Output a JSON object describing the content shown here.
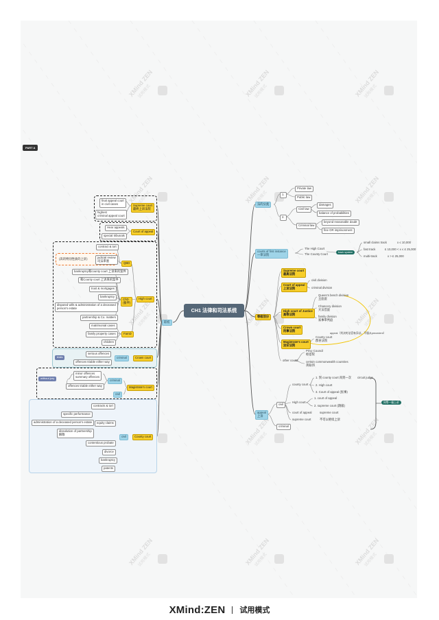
{
  "tag": "PART A",
  "root": "CH1 法律和司法系统",
  "watermark": {
    "line1": "XMind",
    "line2": "ZEN",
    "sub": "试用模式"
  },
  "footer": {
    "brand": "XMind:ZEN",
    "mode": "试用模式"
  },
  "right": {
    "classify": "法的分类",
    "classify_1": "1.",
    "classify_2": "2.",
    "private_law": "Private law",
    "public_law": "Public law",
    "civil_law": "Civil law",
    "damages": "damages",
    "balance": "balance of probabilities",
    "criminal_law": "Criminal law",
    "beyond_doubt": "beyond reasonable doubt",
    "fine": "fine OR imprisonment",
    "first_instance": "courts of first instance\n一审法院",
    "high_court": "The High Court",
    "county_court": "The County Court",
    "track_system": "track system",
    "small_claims": "small claims track",
    "small_claims_val": "x ≤ 10,000",
    "fast_track": "fast track",
    "fast_track_val": "£ 10,000 < x ≤ £ 25,000",
    "multi_track": "multi-track",
    "multi_track_val": "x > £ 25,000",
    "hierarchy": "等级划分",
    "supreme_court": "Supreme court\n最高法院",
    "court_of_appeal": "Court of appeal\n上诉法院",
    "civil_division": "civil division",
    "criminal_division": "criminal division",
    "high_court_justice": "High court of Justice\n高等法院",
    "queens_bench": "Queen's bench division\n王座庭",
    "chancery": "Chancery division\n大法官庭",
    "family_division": "family division\n家事审判庭",
    "crown_court": "Crown court\n刑事法院",
    "magistrates_court": "Magistrate's court\n治安法院",
    "county_court_r": "County court\n郡县法院",
    "privy_council": "Privy Council\n枢密院",
    "other_courts": "other courts",
    "commonwealth": "certain commonwealth countries\n英联邦",
    "appeal_note": "appeal（判决的法官有异议，不服从precedent）",
    "appeal": "appeal\n上诉",
    "civil": "civil",
    "criminal": "criminal",
    "county_court_a": "county court",
    "appeal_1": "1. 到 county court 再到一次",
    "circuit_judge": "circuit judge",
    "appeal_2": "2. High court",
    "appeal_3": "3. Court of appeal (民事)",
    "high_court_a": "High court",
    "court_of_appeal_1": "1. court of appeal",
    "supreme_court_2": "2. supreme court (跳级)",
    "court_of_appeal_a": "court of appeal",
    "supreme_court_a": "supreme court",
    "supreme_court_b": "supreme court",
    "no_appeal": "不可以继续上诉",
    "appeal_once": "同等一级上诉"
  },
  "left": {
    "jurisdiction": "职权",
    "supreme_court": "Supreme court\n最终上诉法院",
    "final_appeal_civil": "final appeal court\nin civil cases",
    "highest_criminal": "highest\ncriminal appeal court",
    "court_of_appeal": "Court of appeal",
    "hear_appeals": "Hear appeals",
    "special_tribunals": "special tribunals",
    "high_court": "High court",
    "qbd": "QBD",
    "chd": "ChD\n(衡平)",
    "fam": "FamD",
    "contract_tort": "contract & tort",
    "judicial_review": "judicial review\n司法审查",
    "qbd_note": "(高的特别性质的上诉)",
    "bankruptcy_note": "bankruptcy和county court 上诉来的案件",
    "county_appeal": "和County court 上诉来的案件",
    "trusts": "trust & mortgages",
    "bankruptcy": "bankruptcy",
    "disputed_wills": "disputed wills & administration of a deceased\nperson's estate",
    "partnership": "partnership & Co. matters",
    "matrimonial": "matrimonial cases",
    "family_property": "family property cases",
    "children": "children",
    "crown_court": "Crown court",
    "criminal_a": "criminal",
    "trials": "trials",
    "serious_offences": "serious offences",
    "either_way": "offences triable either way",
    "magistrates": "Magistrate's court",
    "criminal_b": "criminal",
    "without_jury": "without jury",
    "minor_offences": "minor offences\nsummary offences",
    "either_way_b": "offences triable either way",
    "civil_b": "civil",
    "county_court": "County court",
    "civil_c": "civil",
    "contracts_tort": "contracts & tort",
    "specific_performance": "specific performance",
    "admin_estate": "administration of a deceased person's estate",
    "equity_claims": "equity claims",
    "dissolution": "dissolution of partnership\n解散",
    "contentious_probate": "contentious probate",
    "divorce": "divorce",
    "bankruptcy_b": "bankruptcy",
    "patents": "patents"
  }
}
